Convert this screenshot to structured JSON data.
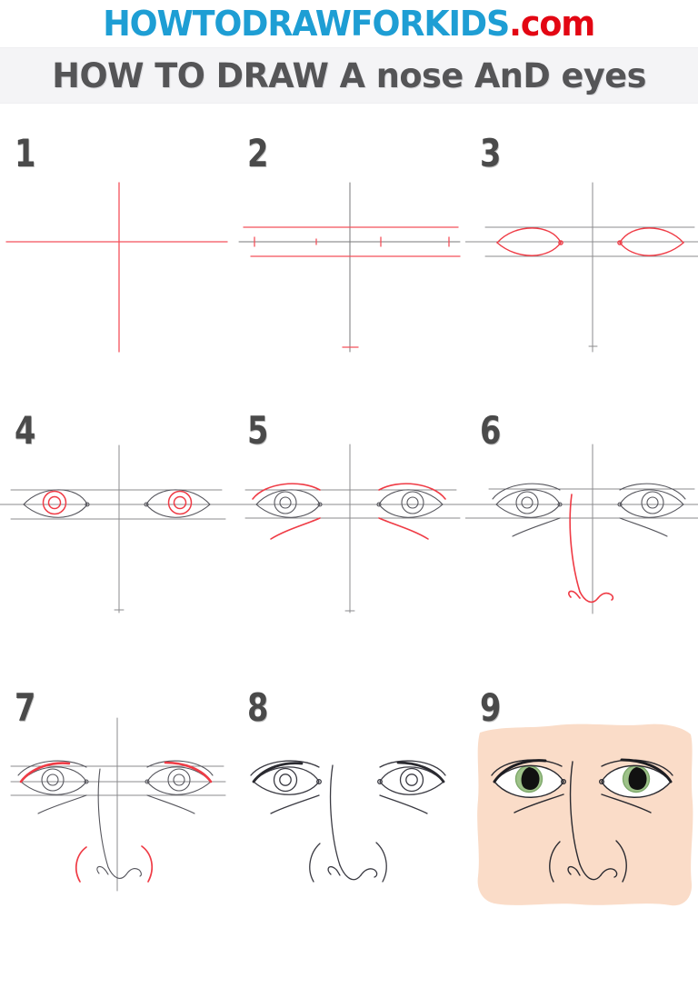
{
  "brand": {
    "name": "HOWTODRAWFORKIDS",
    "dot": ".",
    "tld": "com",
    "color_main": "#1e9ed4",
    "color_tld": "#e30613"
  },
  "title": {
    "text": "HOW TO DRAW A nose AnD eyes",
    "color": "#555557",
    "band_background": "#f4f4f6"
  },
  "palette": {
    "guide_red": "#f4505a",
    "guide_gray": "#77777a",
    "ink": "#3a3a42",
    "skin": "#fadcc8",
    "iris_green": "#9ec289",
    "iris_green_dark": "#7fa96c",
    "pupil": "#111111",
    "sclera": "#ffffff",
    "step_number": "#4a4a4a"
  },
  "tutorial": {
    "subject": "nose and eyes",
    "total_steps": 9,
    "columns": 3,
    "rows": 3
  },
  "steps": [
    {
      "number": "1",
      "name": "step-1",
      "description": "Draw a vertical center line crossed by a horizontal eye line.",
      "new_elements": [
        "vertical-center-line",
        "horizontal-eye-line"
      ],
      "new_color": "#f4505a"
    },
    {
      "number": "2",
      "name": "step-2",
      "description": "Add a parallel line above and below the eye line, plus tick marks.",
      "new_elements": [
        "upper-guide-line",
        "lower-guide-line",
        "tick-marks",
        "nose-base-tick"
      ],
      "new_color": "#f4505a"
    },
    {
      "number": "3",
      "name": "step-3",
      "description": "Draw the almond outlines of both eyes between the guide lines.",
      "new_elements": [
        "left-eye-outline",
        "right-eye-outline"
      ],
      "new_color": "#f4505a"
    },
    {
      "number": "4",
      "name": "step-4",
      "description": "Add the iris and pupil circles inside each eye.",
      "new_elements": [
        "left-iris",
        "left-pupil",
        "right-iris",
        "right-pupil"
      ],
      "new_color": "#f4505a"
    },
    {
      "number": "5",
      "name": "step-5",
      "description": "Sketch the eyelid crease above and the lower lid curve below each eye.",
      "new_elements": [
        "left-eyelid-crease",
        "right-eyelid-crease",
        "left-lower-lid",
        "right-lower-lid"
      ],
      "new_color": "#f4505a"
    },
    {
      "number": "6",
      "name": "step-6",
      "description": "Draw the bridge of the nose running down to the rounded tip.",
      "new_elements": [
        "nose-bridge",
        "nose-tip",
        "nostril-wings-start"
      ],
      "new_color": "#f4505a"
    },
    {
      "number": "7",
      "name": "step-7",
      "description": "Thicken the upper lash lines and add the outer nostril wings.",
      "new_elements": [
        "left-lash-line",
        "right-lash-line",
        "left-nostril-wing",
        "right-nostril-wing"
      ],
      "new_color": "#f4505a"
    },
    {
      "number": "8",
      "name": "step-8",
      "description": "Erase all guide lines to leave the clean line drawing.",
      "new_elements": [
        "clean-line-art"
      ],
      "new_color": "#3a3a42"
    },
    {
      "number": "9",
      "name": "step-9",
      "description": "Colour the skin peach, the irises green and the pupils black.",
      "new_elements": [
        "skin-fill",
        "iris-fill",
        "pupil-fill",
        "sclera-fill"
      ],
      "new_color": "#fadcc8"
    }
  ]
}
